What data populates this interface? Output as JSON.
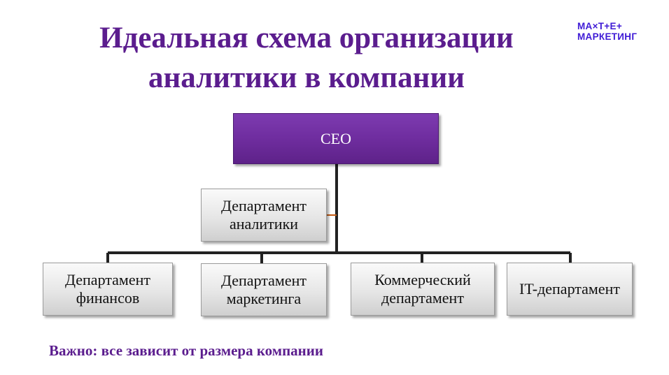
{
  "title": "Идеальная схема организации аналитики в компании",
  "logo": {
    "line1": "МА×Т+Е+",
    "line2": "МАРКЕТИНГ"
  },
  "org": {
    "ceo": "CEO",
    "analytics": "Департамент\nаналитики",
    "departments": [
      "Департамент\nфинансов",
      "Департамент\nмаркетинга",
      "Коммерческий\nдепартамент",
      "IT-департамент"
    ]
  },
  "note": "Важно: все зависит от размера компании",
  "colors": {
    "title": "#5b1d8e",
    "ceo_box": "#7030a0",
    "connector": "#222222",
    "assistant_connector": "#c55a11"
  }
}
